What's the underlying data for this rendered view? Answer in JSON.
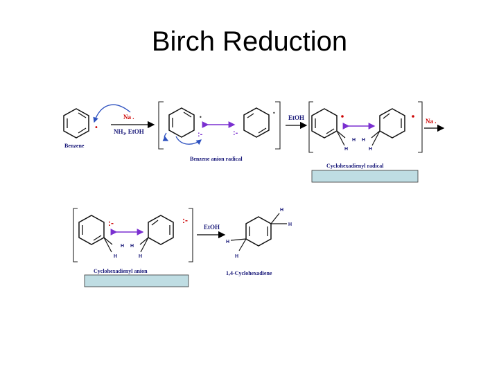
{
  "slide": {
    "title": "Birch Reduction"
  },
  "labels": {
    "benzene": "Benzene",
    "anion_radical": "Benzene anion radical",
    "cyclohexadienyl_radical": "Cyclohexadienyl radical",
    "cyclohexadienyl_anion": "Cyclohexadienyl anion",
    "product": "1,4-Cyclohexadiene"
  },
  "reagents": {
    "na1": "Na .",
    "nh3": "NH₃, EtOH",
    "etoh1": "EtOH",
    "na2": "Na .",
    "etoh2": "EtOH"
  },
  "symbols": {
    "h": "H",
    "radical": "•",
    "anion": ":-",
    "radical_anion": ":-"
  },
  "colors": {
    "reagent_red": "#cc0000",
    "resonance_purple": "#7a2fd0",
    "curly_blue": "#2b4fbf",
    "label_box": "#bfdde3"
  }
}
